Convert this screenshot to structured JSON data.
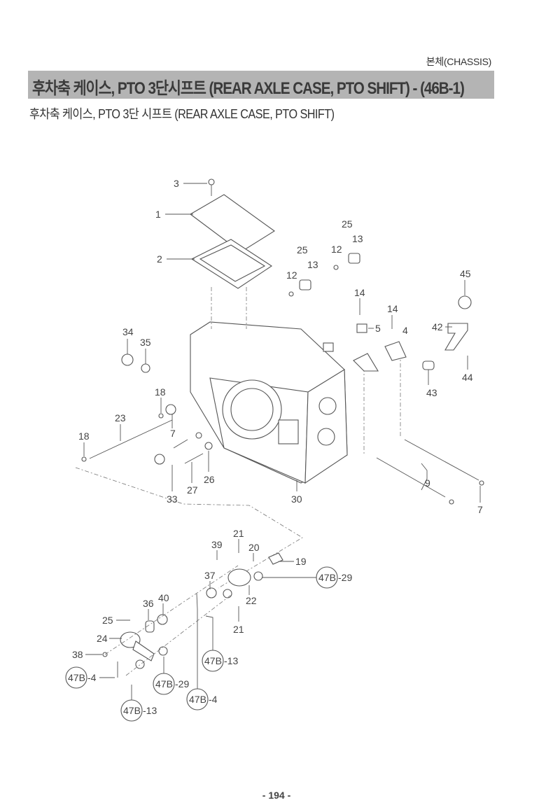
{
  "header": {
    "section": "본체(CHASSIS)",
    "title": "후차축 케이스, PTO 3단시프트  (REAR AXLE CASE, PTO SHIFT) - (46B-1)",
    "subtitle": "후차축 케이스, PTO  3단 시프트 (REAR AXLE CASE, PTO SHIFT)"
  },
  "callouts": [
    "3",
    "1",
    "2",
    "25",
    "13",
    "12",
    "25",
    "13",
    "12",
    "45",
    "14",
    "14",
    "5",
    "4",
    "42",
    "34",
    "35",
    "44",
    "43",
    "18",
    "23",
    "7",
    "18",
    "26",
    "27",
    "33",
    "30",
    "9",
    "7",
    "21",
    "20",
    "39",
    "19",
    "37",
    "22",
    "21",
    "36",
    "40",
    "25",
    "24",
    "38"
  ],
  "refs": [
    {
      "code": "47B",
      "num": "-29"
    },
    {
      "code": "47B",
      "num": "-13"
    },
    {
      "code": "47B",
      "num": "-4"
    },
    {
      "code": "47B",
      "num": "-29"
    },
    {
      "code": "47B",
      "num": "-4"
    },
    {
      "code": "47B",
      "num": "-13"
    }
  ],
  "footer": {
    "page": "- 194 -"
  }
}
